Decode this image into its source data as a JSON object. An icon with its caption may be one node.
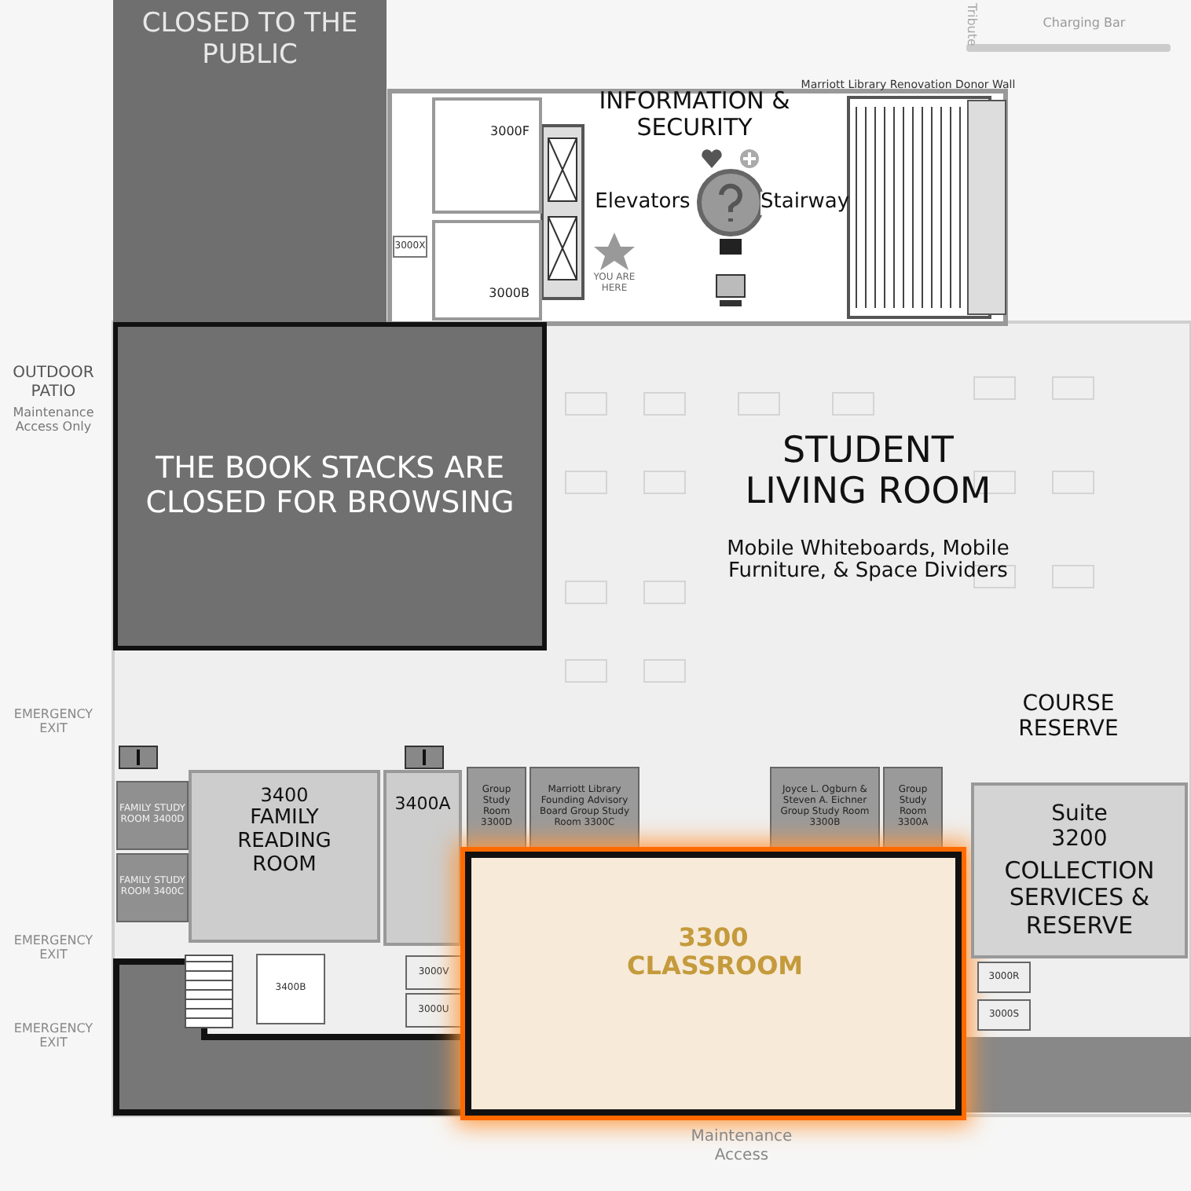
{
  "diagram": {
    "nodes": [
      {
        "text": [
          "CLOSED TO THE PUBLIC"
        ]
      },
      {
        "text": [
          "THE BOOK STACKS ARE CLOSED FOR BROWSING"
        ]
      },
      {
        "text": [
          "3000X"
        ]
      },
      {
        "text": [
          "3000F"
        ]
      },
      {
        "text": [
          "3000B"
        ]
      },
      {
        "text": [
          "STUDENT LIVING ROOM",
          "Mobile Whiteboards, Mobile Furniture, & Space Dividers"
        ]
      },
      {
        "text": [
          "FAMILY STUDY ROOM 3400D"
        ]
      },
      {
        "text": [
          "FAMILY STUDY ROOM 3400C"
        ]
      },
      {
        "text": [
          "3400",
          "FAMILY READING ROOM"
        ]
      },
      {
        "text": [
          "3400A"
        ]
      },
      {
        "text": [
          "3400B"
        ]
      },
      {
        "text": [
          "3000V"
        ]
      },
      {
        "text": [
          "3000U"
        ]
      },
      {
        "text": [
          "Group Study Room 3300D"
        ]
      },
      {
        "text": [
          "Marriott Library Founding Advisory Board Group Study Room 3300C"
        ]
      },
      {
        "text": [
          "Joyce L. Ogburn & Steven A. Eichner Group Study Room 3300B"
        ]
      },
      {
        "text": [
          "Group Study Room 3300A"
        ]
      },
      {
        "text": [
          "3300 CLASSROOM"
        ]
      },
      {
        "text": [
          "Suite 3200",
          "COLLECTION SERVICES & RESERVE"
        ]
      },
      {
        "text": [
          "3000R"
        ]
      },
      {
        "text": [
          "3000S"
        ]
      }
    ],
    "labels": [
      "Tribute",
      "Charging Bar",
      "Marriott Library Renovation Donor Wall",
      "INFORMATION & SECURITY",
      "Elevators",
      "Stairway",
      "YOU ARE HERE",
      "OUTDOOR PATIO",
      "Maintenance Access Only",
      "EMERGENCY EXIT",
      "COURSE RESERVE",
      "EMERGENCY EXIT",
      "EMERGENCY EXIT",
      "Maintenance Access"
    ]
  }
}
